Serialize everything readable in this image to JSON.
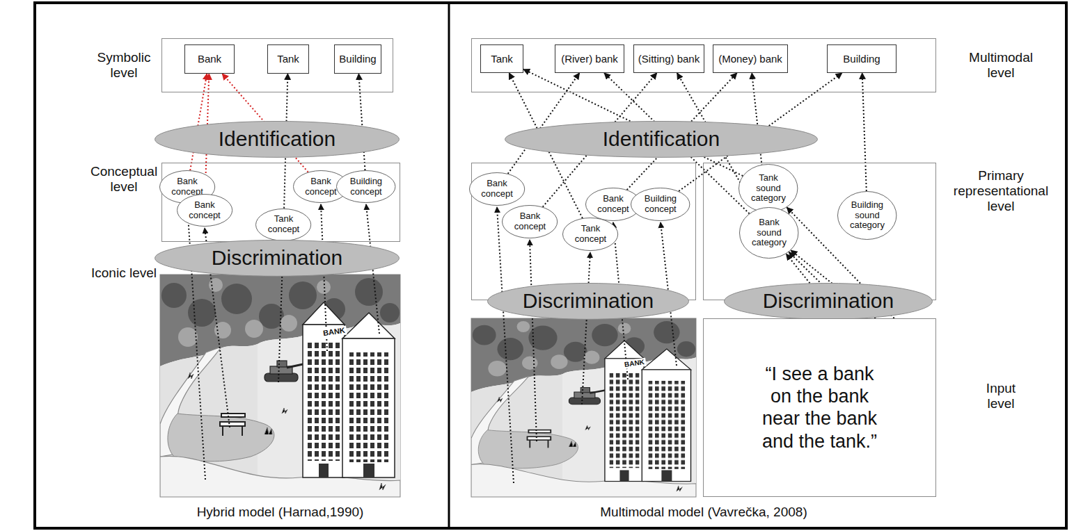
{
  "diagram": {
    "nodes": [
      {
        "text": [
          "Symbolic level"
        ]
      },
      {
        "text": [
          "Bank"
        ],
        "in": 0
      },
      {
        "text": [
          "Tank"
        ],
        "in": 0
      },
      {
        "text": [
          "Building"
        ],
        "in": 0
      },
      {
        "text": [
          "Identification"
        ]
      },
      {
        "text": [
          "Conceptual level"
        ]
      },
      {
        "text": [
          "Bank concept"
        ],
        "in": 5
      },
      {
        "text": [
          "Bank concept"
        ],
        "in": 5
      },
      {
        "text": [
          "Tank concept"
        ],
        "in": 5
      },
      {
        "text": [
          "Bank concept"
        ],
        "in": 5
      },
      {
        "text": [
          "Building concept"
        ],
        "in": 5
      },
      {
        "text": [
          "Discrimination"
        ]
      },
      {
        "text": [
          "Multimodal level"
        ]
      },
      {
        "text": [
          "Tank"
        ],
        "in": 12
      },
      {
        "text": [
          "(River) bank"
        ],
        "in": 12
      },
      {
        "text": [
          "(Sitting) bank"
        ],
        "in": 12
      },
      {
        "text": [
          "(Money) bank"
        ],
        "in": 12
      },
      {
        "text": [
          "Building"
        ],
        "in": 12
      },
      {
        "text": [
          "Identification"
        ]
      },
      {
        "text": []
      },
      {
        "text": [
          "Bank concept"
        ],
        "in": 19
      },
      {
        "text": [
          "Bank concept"
        ],
        "in": 19
      },
      {
        "text": [
          "Bank concept"
        ],
        "in": 19
      },
      {
        "text": [
          "Building concept"
        ],
        "in": 19
      },
      {
        "text": [
          "Tank concept"
        ],
        "in": 19
      },
      {
        "text": [
          "Primary representational level"
        ]
      },
      {
        "text": [
          "Tank sound category"
        ],
        "in": 25
      },
      {
        "text": [
          "Bank sound category"
        ],
        "in": 25
      },
      {
        "text": [
          "Building sound category"
        ],
        "in": 25
      },
      {
        "text": [
          "Discrimination"
        ]
      },
      {
        "text": [
          "Discrimination"
        ]
      },
      {
        "text": [
          "“I see a bank on the bank near the bank and the tank.”",
          "Input level"
        ]
      }
    ],
    "edges": [
      {
        "from": 6,
        "to": 1,
        "arrow": "to"
      },
      {
        "from": 7,
        "to": 1,
        "arrow": "to"
      },
      {
        "from": 9,
        "to": 1,
        "arrow": "to"
      },
      {
        "from": 8,
        "to": 2,
        "arrow": "to"
      },
      {
        "from": 10,
        "to": 3,
        "arrow": "to"
      },
      {
        "from": 20,
        "to": 14,
        "arrow": "to"
      },
      {
        "from": 21,
        "to": 15,
        "arrow": "to"
      },
      {
        "from": 22,
        "to": 16,
        "arrow": "to"
      },
      {
        "from": 24,
        "to": 13,
        "arrow": "to"
      },
      {
        "from": 23,
        "to": 17,
        "arrow": "to"
      },
      {
        "from": 26,
        "to": 13,
        "arrow": "to"
      },
      {
        "from": 27,
        "to": 14,
        "arrow": "to"
      },
      {
        "from": 27,
        "to": 15,
        "arrow": "to"
      },
      {
        "from": 27,
        "to": 16,
        "arrow": "to"
      },
      {
        "from": 28,
        "to": 17,
        "arrow": "to"
      },
      {
        "from": 31,
        "to": 27,
        "arrow": "to"
      },
      {
        "from": 31,
        "to": 27,
        "arrow": "to"
      },
      {
        "from": 31,
        "to": 27,
        "arrow": "to"
      },
      {
        "from": 31,
        "to": 26,
        "arrow": "to"
      }
    ],
    "labels": [
      "Iconic level",
      "BANK",
      "Hybrid model (Harnad,1990)",
      "BANK",
      "Multimodal model (Vavrečka, 2008)"
    ]
  }
}
